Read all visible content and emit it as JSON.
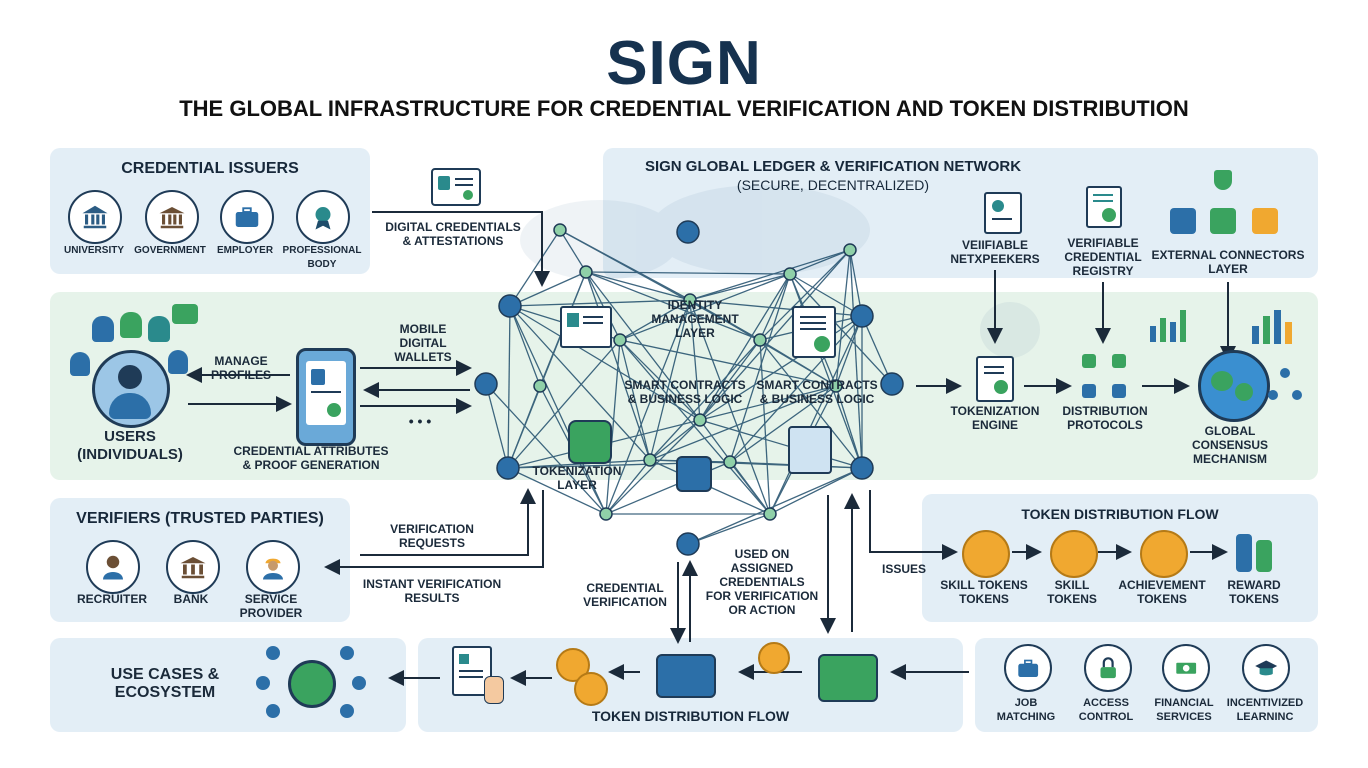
{
  "header": {
    "title": "SIGN",
    "subtitle": "THE GLOBAL INFRASTRUCTURE FOR CREDENTIAL VERIFICATION AND TOKEN DISTRIBUTION"
  },
  "issuers": {
    "title": "CREDENTIAL ISSUERS",
    "items": [
      "UNIVERSITY",
      "GOVERNMENT",
      "EMPLOYER",
      "PROFESSIONAL\nBODY"
    ]
  },
  "ledger": {
    "title": "SIGN GLOBAL LEDGER & VERIFICATION NETWORK",
    "subtitle": "(SECURE, DECENTRALIZED)",
    "items": [
      "VEIIFIABLE\nNETXPEEKERS",
      "VERIFIABLE\nCREDENTIAL\nREGISTRY",
      "EXTERNAL CONNECTORS\nLAYER"
    ]
  },
  "users": {
    "label": "USERS\n(INDIVIDUALS)",
    "manage": "MANAGE\nPROFILES",
    "wallets": "MOBILE\nDIGITAL\nWALLETS",
    "attributes": "CREDENTIAL ATTRIBUTES\n& PROOF GENERATION",
    "ellipsis": "• • •"
  },
  "flows": {
    "digital_credentials": "DIGITAL CREDENTIALS\n& ATTESTATIONS",
    "verification_requests": "VERIFICATION\nREQUESTS",
    "instant_results": "INSTANT VERIFICATION\nRESULTS",
    "credential_verification": "CREDENTIAL\nVERIFICATION",
    "used_on": "USED ON\nASSIGNED\nCREDENTIALS\nFOR VERIFICATION\nOR ACTION",
    "issues": "ISSUES"
  },
  "network": {
    "identity": "IDENTITY\nMANAGEMENT\nLAYER",
    "smart1": "SMART CONTRACTS\n& BUSINESS LOGIC",
    "smart2": "SMART CONTRACTS\n& BUSINESS LOGIC",
    "tokenization": "TOKENIZATION\nLAYER"
  },
  "engine": {
    "tokenization": "TOKENIZATION\nENGINE",
    "distribution": "DISTRIBUTION\nPROTOCOLS",
    "consensus": "GLOBAL\nCONSENSUS\nMECHANISM"
  },
  "verifiers": {
    "title": "VERIFIERS (TRUSTED PARTIES)",
    "items": [
      "RECRUITER",
      "BANK",
      "SERVICE\nPROVIDER"
    ]
  },
  "token_flow": {
    "title": "TOKEN DISTRIBUTION FLOW",
    "items": [
      "SKILL TOKENS\nTOKENS",
      "SKILL\nTOKENS",
      "ACHIEVEMENT\nTOKENS",
      "REWARD\nTOKENS"
    ]
  },
  "use_cases": {
    "title": "USE CASES &\nECOSYSTEM"
  },
  "bottom_flow": {
    "title": "TOKEN DISTRIBUTION FLOW"
  },
  "applications": {
    "items": [
      "JOB\nMATCHING",
      "ACCESS\nCONTROL",
      "FINANCIAL\nSERVICES",
      "INCENTIVIZED\nLEARNINC"
    ]
  },
  "colors": {
    "navy": "#1f3b57",
    "teal": "#2a8a8c",
    "green": "#3aa35f",
    "gold": "#f0a830",
    "panel_blue": "#e3eef6",
    "panel_green": "#e6f3ea"
  }
}
